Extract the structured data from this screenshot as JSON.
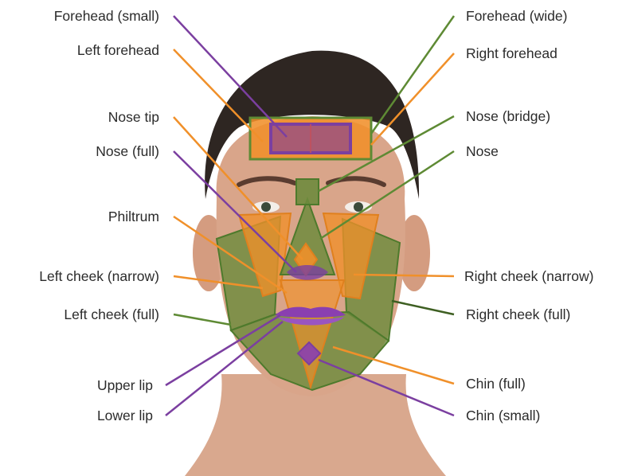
{
  "colors": {
    "orange": "#F0902A",
    "green": "#5E8A34",
    "dark_green": "#3E5F22",
    "purple": "#7B3FA0",
    "skin": "#D9A58A",
    "hair": "#2E2622"
  },
  "labels_left": [
    {
      "id": "forehead-small",
      "text": "Forehead (small)",
      "color": "purple"
    },
    {
      "id": "left-forehead",
      "text": "Left forehead",
      "color": "orange"
    },
    {
      "id": "nose-tip",
      "text": "Nose tip",
      "color": "orange"
    },
    {
      "id": "nose-full",
      "text": "Nose (full)",
      "color": "purple"
    },
    {
      "id": "philtrum",
      "text": "Philtrum",
      "color": "orange"
    },
    {
      "id": "left-cheek-narrow",
      "text": "Left cheek (narrow)",
      "color": "orange"
    },
    {
      "id": "left-cheek-full",
      "text": "Left cheek (full)",
      "color": "green"
    },
    {
      "id": "upper-lip",
      "text": "Upper lip",
      "color": "purple"
    },
    {
      "id": "lower-lip",
      "text": "Lower lip",
      "color": "purple"
    }
  ],
  "labels_right": [
    {
      "id": "forehead-wide",
      "text": "Forehead (wide)",
      "color": "green"
    },
    {
      "id": "right-forehead",
      "text": "Right forehead",
      "color": "orange"
    },
    {
      "id": "nose-bridge",
      "text": "Nose (bridge)",
      "color": "green"
    },
    {
      "id": "nose",
      "text": "Nose",
      "color": "green"
    },
    {
      "id": "right-cheek-narrow",
      "text": "Right cheek (narrow)",
      "color": "orange"
    },
    {
      "id": "right-cheek-full",
      "text": "Right cheek (full)",
      "color": "dark_green"
    },
    {
      "id": "chin-full",
      "text": "Chin (full)",
      "color": "orange"
    },
    {
      "id": "chin-small",
      "text": "Chin (small)",
      "color": "purple"
    }
  ]
}
